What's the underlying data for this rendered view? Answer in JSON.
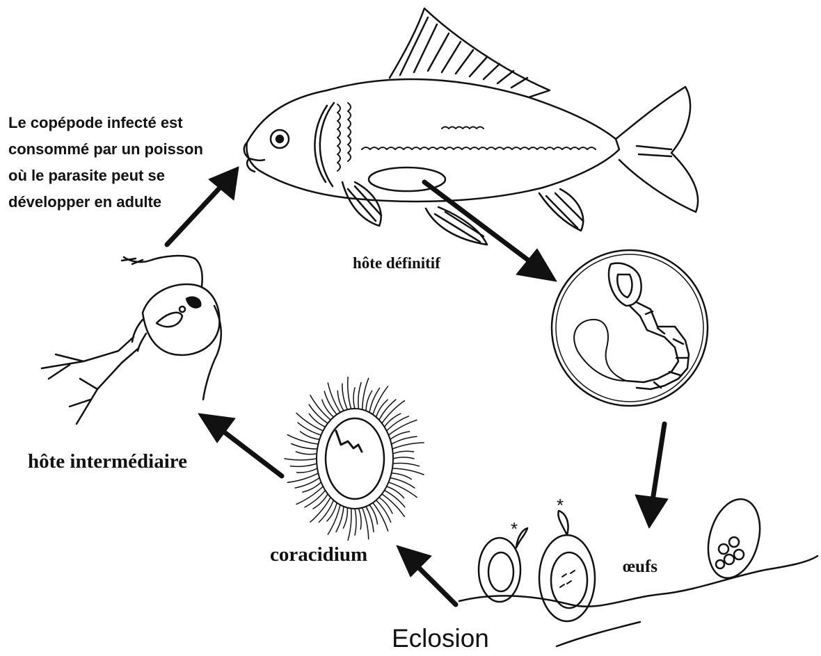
{
  "labels": {
    "copepod_eaten": [
      "Le copépode infecté est",
      "consommé par un poisson",
      "où le parasite peut se",
      "développer en adulte"
    ],
    "definitive_host": "hôte définitif",
    "intermediate_host": "hôte intermédiaire",
    "coracidium": "coracidium",
    "eggs": "œufs",
    "hatching": "Eclosion",
    "hatch_marker": "*"
  },
  "colors": {
    "ink": "#111111",
    "background": "#ffffff"
  },
  "icons": [
    "fish-illustration",
    "tapeworm-in-circle",
    "copepod-illustration",
    "coracidium-illustration",
    "egg-illustration"
  ]
}
